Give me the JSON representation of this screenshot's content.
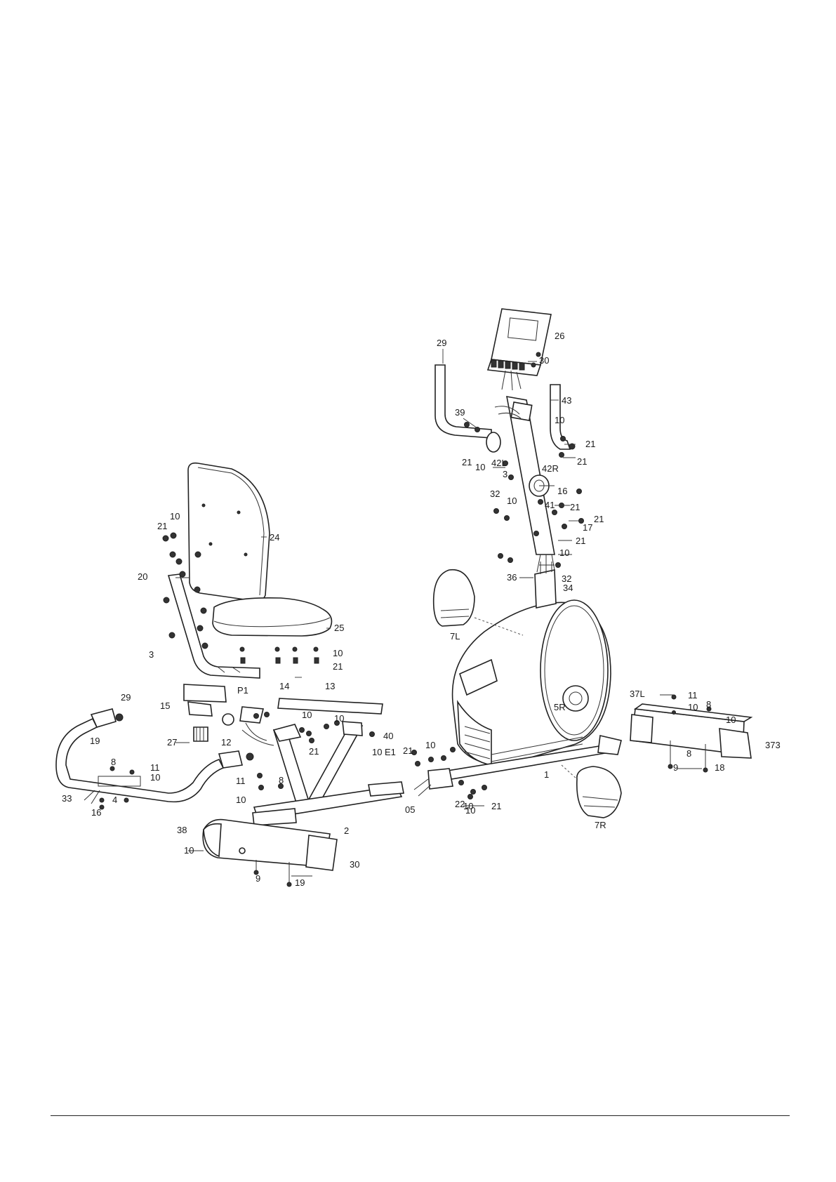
{
  "diagram": {
    "part_labels": [
      {
        "id": "29a",
        "text": "29"
      },
      {
        "id": "26",
        "text": "26"
      },
      {
        "id": "30a",
        "text": "30"
      },
      {
        "id": "43",
        "text": "43"
      },
      {
        "id": "39",
        "text": "39"
      },
      {
        "id": "10a",
        "text": "10"
      },
      {
        "id": "21a",
        "text": "21"
      },
      {
        "id": "21b",
        "text": "21"
      },
      {
        "id": "21c",
        "text": "21"
      },
      {
        "id": "10b",
        "text": "10"
      },
      {
        "id": "42L",
        "text": "42L"
      },
      {
        "id": "42R",
        "text": "42R"
      },
      {
        "id": "3a",
        "text": "3"
      },
      {
        "id": "32",
        "text": "32"
      },
      {
        "id": "16",
        "text": "16"
      },
      {
        "id": "10c",
        "text": "10"
      },
      {
        "id": "41",
        "text": "41"
      },
      {
        "id": "21d",
        "text": "21"
      },
      {
        "id": "21e",
        "text": "21"
      },
      {
        "id": "17",
        "text": "17"
      },
      {
        "id": "21f",
        "text": "21"
      },
      {
        "id": "10d",
        "text": "10"
      },
      {
        "id": "10e",
        "text": "10"
      },
      {
        "id": "21g",
        "text": "21"
      },
      {
        "id": "24",
        "text": "24"
      },
      {
        "id": "20",
        "text": "20"
      },
      {
        "id": "36",
        "text": "36"
      },
      {
        "id": "32b",
        "text": "32"
      },
      {
        "id": "34",
        "text": "34"
      },
      {
        "id": "7L",
        "text": "7L"
      },
      {
        "id": "25",
        "text": "25"
      },
      {
        "id": "3b",
        "text": "3"
      },
      {
        "id": "10f",
        "text": "10"
      },
      {
        "id": "21h",
        "text": "21"
      },
      {
        "id": "P1",
        "text": "P1"
      },
      {
        "id": "14",
        "text": "14"
      },
      {
        "id": "13",
        "text": "13"
      },
      {
        "id": "29b",
        "text": "29"
      },
      {
        "id": "15",
        "text": "15"
      },
      {
        "id": "10g",
        "text": "10"
      },
      {
        "id": "10h",
        "text": "10"
      },
      {
        "id": "5R",
        "text": "5R"
      },
      {
        "id": "37L",
        "text": "37L"
      },
      {
        "id": "11a",
        "text": "11"
      },
      {
        "id": "10i",
        "text": "10"
      },
      {
        "id": "8a",
        "text": "8"
      },
      {
        "id": "10j",
        "text": "10"
      },
      {
        "id": "19a",
        "text": "19"
      },
      {
        "id": "27",
        "text": "27"
      },
      {
        "id": "21i",
        "text": "21"
      },
      {
        "id": "40",
        "text": "40"
      },
      {
        "id": "10k",
        "text": "10"
      },
      {
        "id": "E1",
        "text": "E1"
      },
      {
        "id": "37R",
        "text": "373"
      },
      {
        "id": "12",
        "text": "12"
      },
      {
        "id": "21j",
        "text": "21"
      },
      {
        "id": "10l",
        "text": "10"
      },
      {
        "id": "8b",
        "text": "8"
      },
      {
        "id": "8c",
        "text": "8"
      },
      {
        "id": "11b",
        "text": "11"
      },
      {
        "id": "10m",
        "text": "10"
      },
      {
        "id": "9a",
        "text": "9"
      },
      {
        "id": "18",
        "text": "18"
      },
      {
        "id": "11c",
        "text": "11"
      },
      {
        "id": "8d",
        "text": "8"
      },
      {
        "id": "1",
        "text": "1"
      },
      {
        "id": "33",
        "text": "33"
      },
      {
        "id": "4",
        "text": "4"
      },
      {
        "id": "10n",
        "text": "10"
      },
      {
        "id": "16b",
        "text": "16"
      },
      {
        "id": "10o",
        "text": "10"
      },
      {
        "id": "05",
        "text": "05"
      },
      {
        "id": "22",
        "text": "22"
      },
      {
        "id": "10p",
        "text": "10"
      },
      {
        "id": "21k",
        "text": "21"
      },
      {
        "id": "7R",
        "text": "7R"
      },
      {
        "id": "38",
        "text": "38"
      },
      {
        "id": "2",
        "text": "2"
      },
      {
        "id": "10q",
        "text": "10"
      },
      {
        "id": "30b",
        "text": "30"
      },
      {
        "id": "9b",
        "text": "9"
      },
      {
        "id": "19b",
        "text": "19"
      }
    ]
  }
}
